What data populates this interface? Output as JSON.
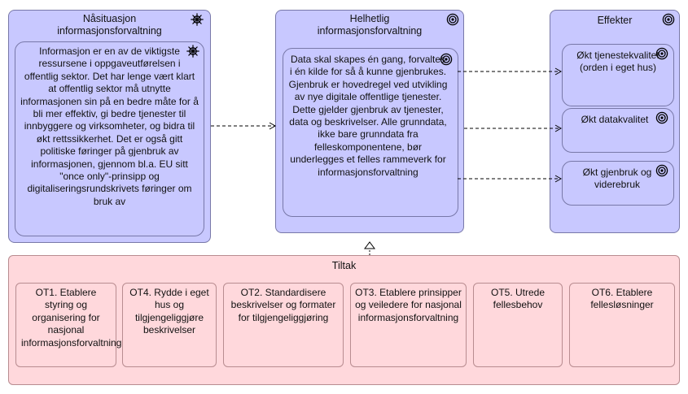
{
  "colors": {
    "group_fill": "#c8c8ff",
    "group_border": "#7878a8",
    "action_fill": "#ffd8dc",
    "action_border": "#b88c90"
  },
  "icons": {
    "driver": "helm-icon",
    "goal": "target-icon"
  },
  "nasituasjon": {
    "title": "Nåsituasjon informasjonsforvaltning",
    "driver": {
      "text": "Informasjon er en av de viktigste ressursene i oppgaveutførelsen i offentlig sektor. Det har lenge vært klart at offentlig sektor må utnytte informasjonen sin på en bedre måte for å bli mer effektiv, gi bedre tjenester til innbyggere og virksomheter, og bidra til økt rettssikkerhet. Det er også gitt politiske føringer på gjenbruk av informasjonen, gjennom bl.a. EU sitt \"once only\"-prinsipp og digitaliseringsrundskrivets føringer om bruk av"
    }
  },
  "helhetlig": {
    "title": "Helhetlig informasjonsforvaltning",
    "goal": {
      "text": "Data skal skapes én gang, forvaltes i én kilde for så å kunne gjenbrukes. Gjenbruk er hovedregel ved utvikling av nye digitale offentlige tjenester. Dette gjelder gjenbruk av tjenester, data og beskrivelser.  Alle grunndata, ikke bare grunndata fra felleskomponentene,  bør underlegges et felles rammeverk for informasjonsforvaltning"
    }
  },
  "effekter": {
    "title": "Effekter",
    "items": [
      {
        "label": "Økt tjenestekvalitet (orden i eget hus)"
      },
      {
        "label": "Økt datakvalitet"
      },
      {
        "label": "Økt gjenbruk og viderebruk"
      }
    ]
  },
  "tiltak": {
    "title": "Tiltak",
    "items": [
      {
        "label": "OT1. Etablere styring og organisering for nasjonal informasjonsforvaltning"
      },
      {
        "label": "OT4. Rydde i eget hus og tilgjengeliggjøre beskrivelser"
      },
      {
        "label": "OT2. Standardisere beskrivelser og formater for tilgjengeliggjøring"
      },
      {
        "label": "OT3. Etablere prinsipper og veiledere for nasjonal informasjonsforvaltning"
      },
      {
        "label": "OT5. Utrede fellesbehov"
      },
      {
        "label": "OT6. Etablere fellesløsninger"
      }
    ]
  }
}
